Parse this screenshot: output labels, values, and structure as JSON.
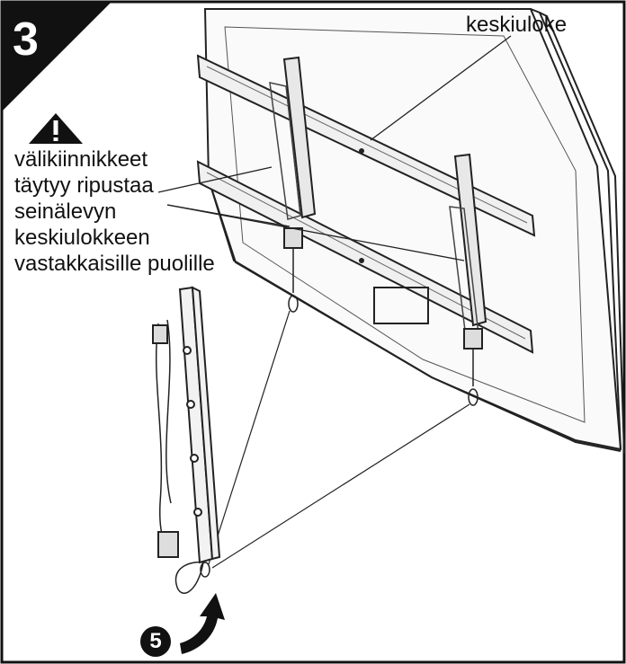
{
  "step": {
    "number": "3"
  },
  "labels": {
    "center_mark": "keskiuloke",
    "warning_lines": [
      "välikiinnikkeet",
      "täytyy ripustaa",
      "seinälevyn",
      "keskiulokkeen",
      "vastakkaisille puolille"
    ]
  },
  "sub_step": {
    "number": "5"
  },
  "icons": {
    "warning": "warning-triangle-icon",
    "rotate": "curved-arrow-icon"
  }
}
